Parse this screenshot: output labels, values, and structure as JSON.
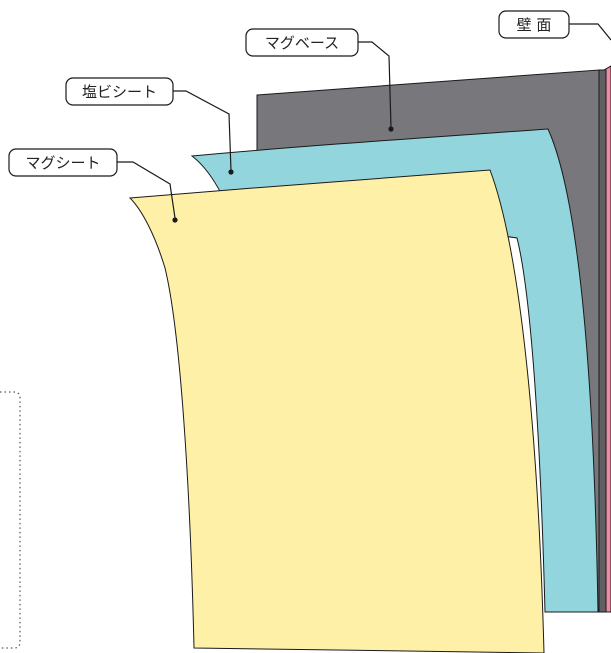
{
  "labels": {
    "wall": "壁 面",
    "mag_base": "マグベース",
    "pvc_sheet": "塩ビシート",
    "mag_sheet": "マグシート"
  },
  "colors": {
    "wall": "#f08aa0",
    "mag_base": "#78777c",
    "mag_base_side": "#606064",
    "pvc_sheet": "#93d5dc",
    "mag_sheet": "#fff0a8",
    "outline": "#1a1a1a"
  }
}
